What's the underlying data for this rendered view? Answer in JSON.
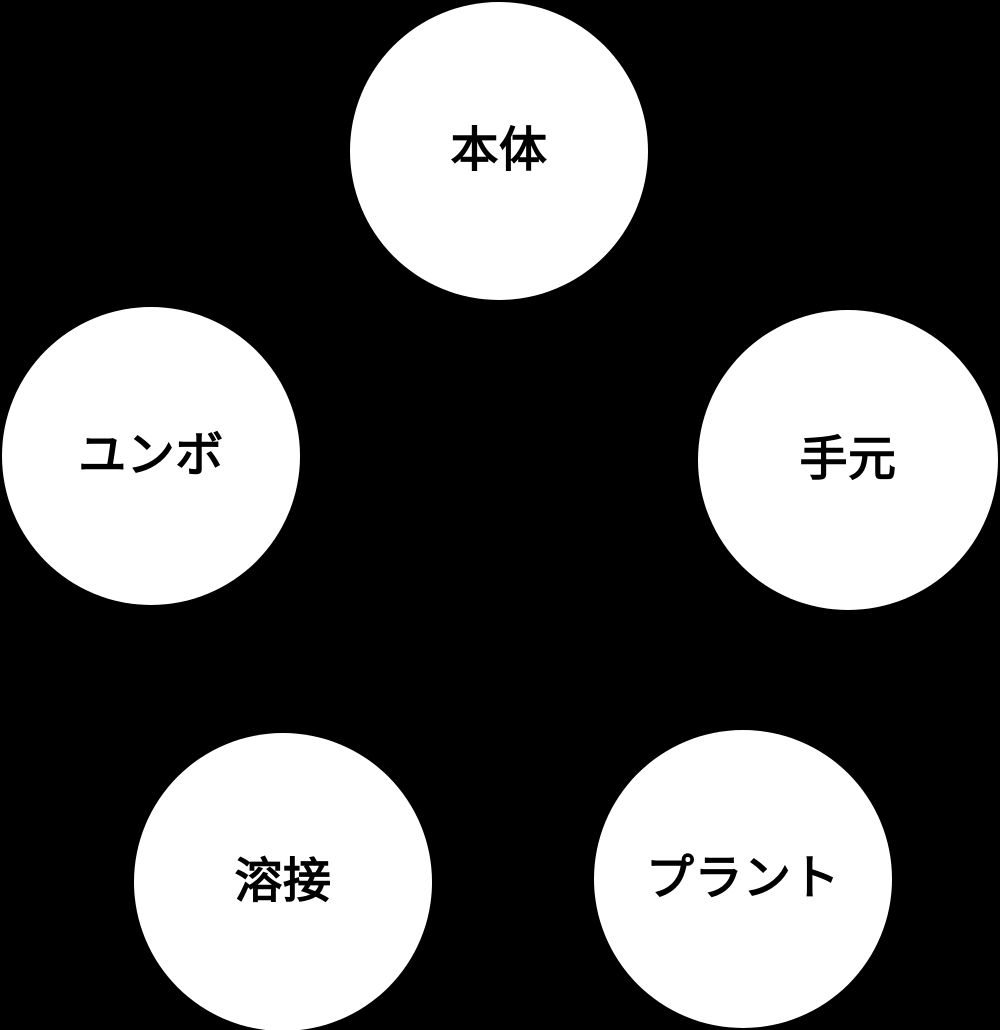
{
  "diagram": {
    "background_color": "#000000",
    "node_fill_color": "#ffffff",
    "node_text_color": "#000000",
    "nodes": [
      {
        "id": "node-honntai",
        "label": "本体",
        "name": "circle-node-honntai"
      },
      {
        "id": "node-yunbo",
        "label": "ユンボ",
        "name": "circle-node-yunbo"
      },
      {
        "id": "node-temoto",
        "label": "手元",
        "name": "circle-node-temoto"
      },
      {
        "id": "node-yousetsu",
        "label": "溶接",
        "name": "circle-node-yousetsu"
      },
      {
        "id": "node-plant",
        "label": "プラント",
        "name": "circle-node-plant"
      }
    ]
  }
}
